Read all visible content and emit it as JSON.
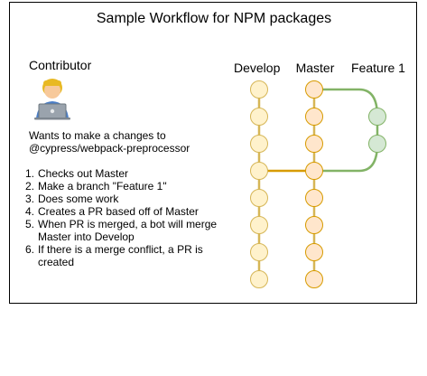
{
  "title": "Sample Workflow for NPM packages",
  "contributor": {
    "label": "Contributor",
    "avatar_icon": "technologist-icon",
    "description_lines": [
      "Wants to make a changes to",
      "@cypress/webpack-preprocessor"
    ]
  },
  "steps": [
    {
      "num": "1.",
      "lines": [
        "Checks out Master"
      ]
    },
    {
      "num": "2.",
      "lines": [
        "Make a branch \"Feature 1\""
      ]
    },
    {
      "num": "3.",
      "lines": [
        "Does some work"
      ]
    },
    {
      "num": "4.",
      "lines": [
        "Creates a PR based off of Master"
      ]
    },
    {
      "num": "5.",
      "lines": [
        "When PR is merged, a bot will merge",
        "Master into Develop"
      ]
    },
    {
      "num": "6.",
      "lines": [
        "If there is a merge conflict, a PR is",
        "created"
      ]
    }
  ],
  "branches": [
    {
      "name": "Develop",
      "commits": 8,
      "line_color": "#d6b656",
      "fill": "#fff2cc",
      "stroke": "#d6b656"
    },
    {
      "name": "Master",
      "commits": 8,
      "line_color": "#d6b656",
      "fill": "#ffe6cc",
      "stroke": "#d79b00"
    },
    {
      "name": "Feature 1",
      "commits": 2,
      "line_color": "#82b366",
      "fill": "#d5e8d4",
      "stroke": "#82b366"
    }
  ],
  "connections": {
    "master_to_develop_color": "#d79b00",
    "feature_color": "#82b366"
  }
}
